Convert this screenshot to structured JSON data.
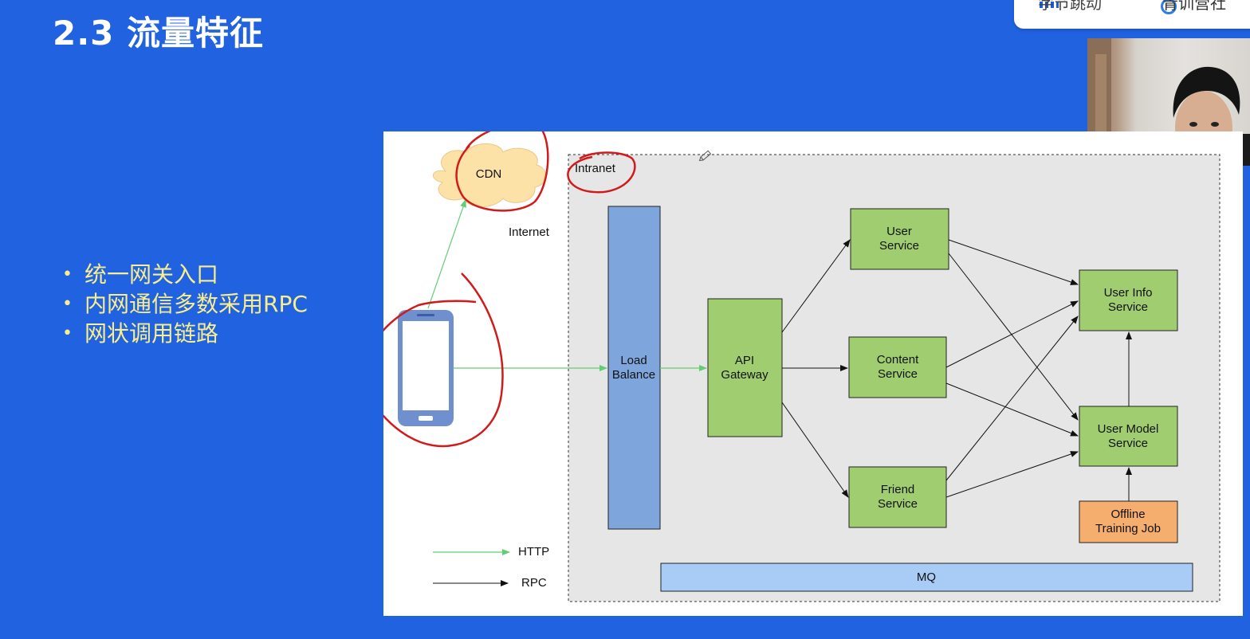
{
  "slide": {
    "title": "2.3 流量特征",
    "bullets": [
      "统一网关入口",
      "内网通信多数采用RPC",
      "网状调用链路"
    ]
  },
  "brand_bar": {
    "left_text": "字节跳动",
    "right_text": "青训营社"
  },
  "diagram": {
    "cdn": "CDN",
    "internet": "Internet",
    "intranet": "Intranet",
    "load_balance": [
      "Load",
      "Balance"
    ],
    "api_gateway": [
      "API",
      "Gateway"
    ],
    "user_service": [
      "User",
      "Service"
    ],
    "content_service": [
      "Content",
      "Service"
    ],
    "friend_service": [
      "Friend",
      "Service"
    ],
    "user_info_service": [
      "User Info",
      "Service"
    ],
    "user_model_service": [
      "User Model",
      "Service"
    ],
    "offline_training_job": [
      "Offline",
      "Training Job"
    ],
    "mq": "MQ",
    "legend": {
      "http": "HTTP",
      "rpc": "RPC"
    }
  },
  "colors": {
    "background": "#2062e0",
    "bullet_text": "#f8ee8c",
    "service_box": "#9fcd6f",
    "load_balance": "#7ea6dd",
    "offline_job": "#f5ae6e",
    "mq": "#a8ccf5",
    "http_arrow": "#5fcf74",
    "annotation": "#d11a1a"
  }
}
